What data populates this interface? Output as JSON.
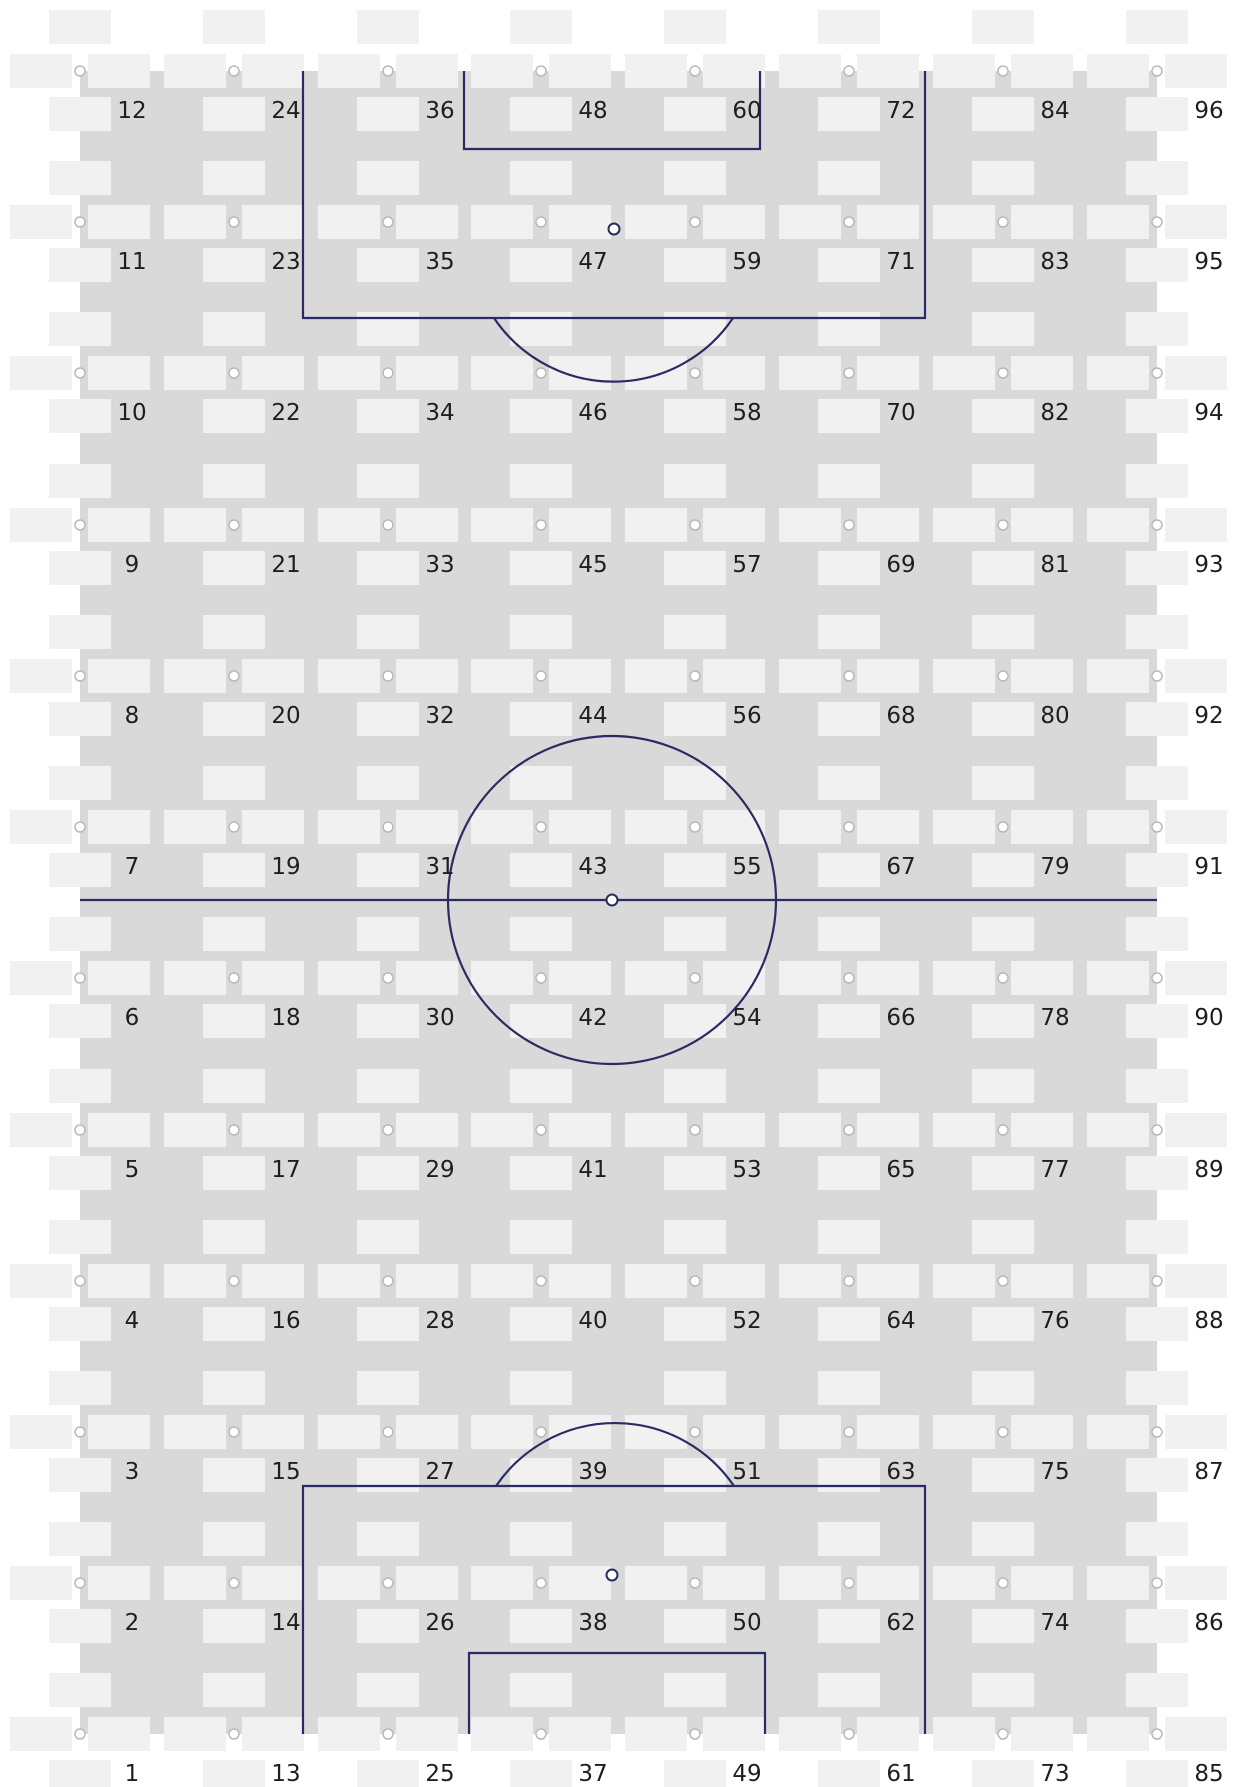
{
  "board": {
    "columns": [
      [
        "12",
        "11",
        "10",
        "9",
        "8",
        "7",
        "6",
        "5",
        "4",
        "3",
        "2",
        "1"
      ],
      [
        "24",
        "23",
        "22",
        "21",
        "20",
        "19",
        "18",
        "17",
        "16",
        "15",
        "14",
        "13"
      ],
      [
        "36",
        "35",
        "34",
        "33",
        "32",
        "31",
        "30",
        "29",
        "28",
        "27",
        "26",
        "25"
      ],
      [
        "48",
        "47",
        "46",
        "45",
        "44",
        "43",
        "42",
        "41",
        "40",
        "39",
        "38",
        "37"
      ],
      [
        "60",
        "59",
        "58",
        "57",
        "56",
        "55",
        "54",
        "53",
        "52",
        "51",
        "50",
        "49"
      ],
      [
        "72",
        "71",
        "70",
        "69",
        "68",
        "67",
        "66",
        "65",
        "64",
        "63",
        "62",
        "61"
      ],
      [
        "84",
        "83",
        "82",
        "81",
        "80",
        "79",
        "78",
        "77",
        "76",
        "75",
        "74",
        "73"
      ],
      [
        "96",
        "95",
        "94",
        "93",
        "92",
        "91",
        "90",
        "89",
        "88",
        "87",
        "86",
        "85"
      ]
    ],
    "colors": {
      "background": "#ffffff",
      "field": "#d9d9d9",
      "block": "#f1f1f1",
      "pin_ring": "#b9b9b9",
      "pitch_line": "#2b2b63",
      "number": "#1e1e1e"
    }
  }
}
